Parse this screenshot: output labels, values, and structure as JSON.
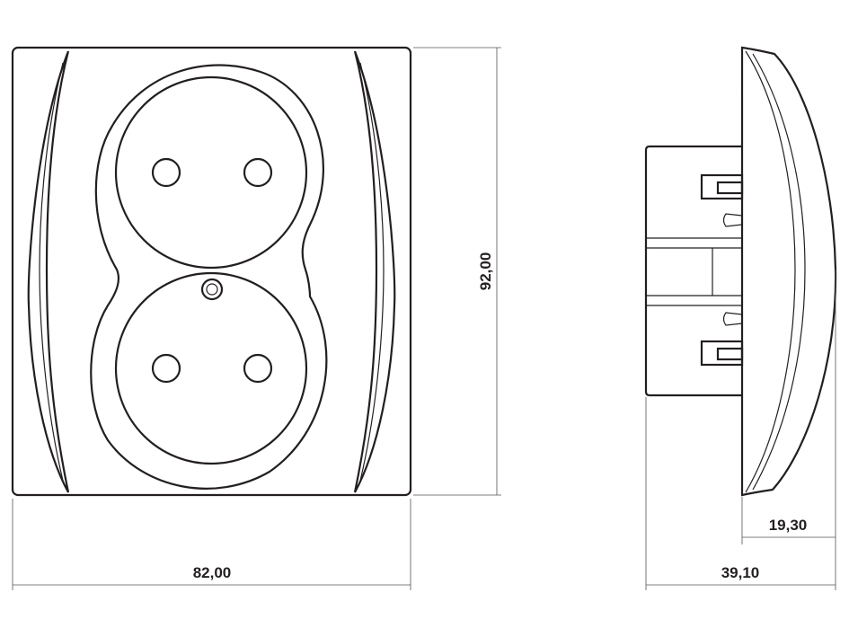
{
  "title": "Double socket outlet with earthing pin - dimension drawing",
  "dimensions": {
    "width": "82,00",
    "height": "92,00",
    "plate_depth": "19,30",
    "total_depth": "39,10"
  },
  "colors": {
    "line": "#231f20",
    "background": "#ffffff"
  }
}
